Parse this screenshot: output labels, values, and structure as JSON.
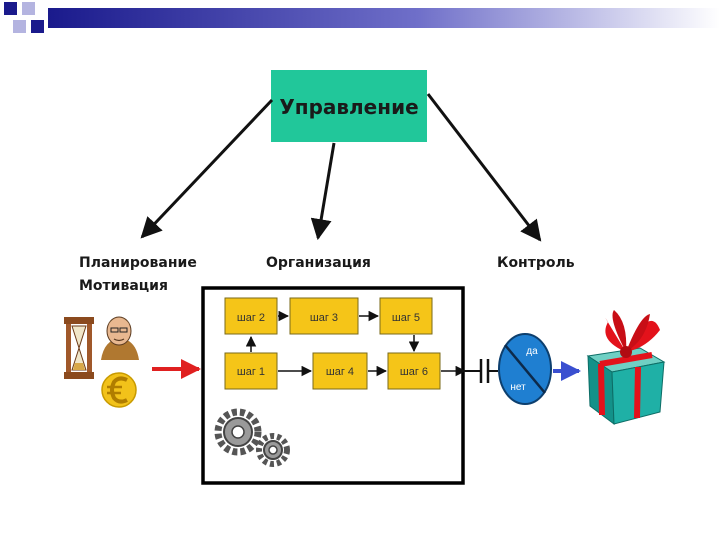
{
  "diagram": {
    "management": {
      "label": "Управление",
      "color": "#21c79a"
    },
    "functions": {
      "planning": "Планирование",
      "motivation": "Мотивация",
      "organization": "Организация",
      "control": "Контроль"
    },
    "steps": [
      "шаг 1",
      "шаг 2",
      "шаг 3",
      "шаг 4",
      "шаг 5",
      "шаг 6"
    ],
    "step_color": "#f5c518",
    "decision": {
      "yes": "да",
      "no": "нет",
      "color": "#1f7fd1"
    },
    "icons": [
      "hourglass-icon",
      "person-icon",
      "euro-icon",
      "gears-icon",
      "gift-icon"
    ]
  },
  "colors": {
    "red_arrow": "#e02020",
    "blue_arrow": "#3a4fd0",
    "gift_box": "#1aa39a",
    "gift_ribbon": "#e3121b"
  }
}
